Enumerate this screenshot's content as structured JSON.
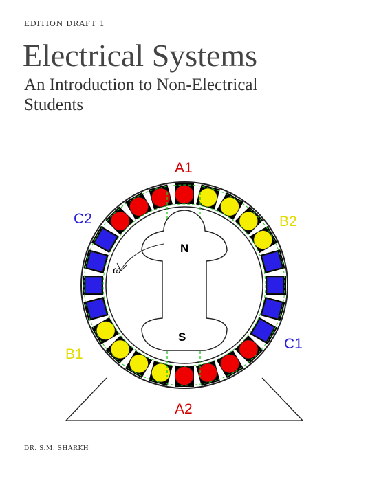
{
  "header": {
    "edition": "EDITION DRAFT 1"
  },
  "book": {
    "title": "Electrical Systems",
    "subtitle": "An Introduction to Non-Electrical Students",
    "author": "DR. S.M. SHARKH"
  },
  "diagram": {
    "phase_labels": {
      "a1": "A1",
      "a2": "A2",
      "b1": "B1",
      "b2": "B2",
      "c1": "C1",
      "c2": "C2"
    },
    "pole_labels": {
      "north": "N",
      "south": "S"
    },
    "rotation_symbol": "ω",
    "colors": {
      "phase_a": "#ee0000",
      "phase_b": "#f5ee00",
      "phase_c": "#2a1fe6",
      "label_a": "#d40000",
      "label_b": "#e3dc00",
      "label_c": "#2a1fd6",
      "coil_outline": "#22c322"
    }
  }
}
